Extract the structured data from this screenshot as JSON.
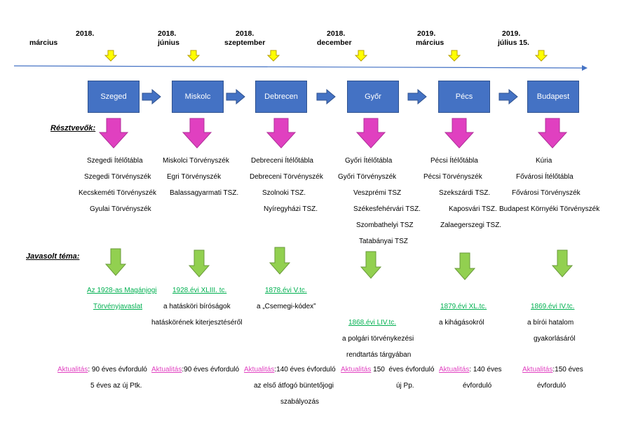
{
  "dates": [
    {
      "line1": "",
      "line2": "március"
    },
    {
      "line1": "2018.",
      "line2": ""
    },
    {
      "line1": "2018.",
      "line2": "június"
    },
    {
      "line1": "2018.",
      "line2": "szeptember"
    },
    {
      "line1": "2018.",
      "line2": "december"
    },
    {
      "line1": "2019.",
      "line2": "március"
    },
    {
      "line1": "2019.",
      "line2": "július 15."
    }
  ],
  "cities": [
    "Szeged",
    "Miskolc",
    "Debrecen",
    "Győr",
    "Pécs",
    "Budapest"
  ],
  "labels": {
    "participants": "Résztvevők:",
    "topic": "Javasolt téma:"
  },
  "participants": [
    [
      "Szegedi Ítélőtábla",
      "Szegedi Törvényszék",
      "Kecskeméti Törvényszék",
      "Gyulai Törvényszék"
    ],
    [
      "Miskolci Törvényszék",
      "Egri Törvényszék",
      "Balassagyarmati TSZ."
    ],
    [
      "Debreceni Ítélőtábla",
      "Debreceni Törvényszék",
      "Szolnoki TSZ.",
      "Nyíregyházi TSZ."
    ],
    [
      "Győri Ítélőtábla",
      "Győri Törvényszék",
      "Veszprémi TSZ",
      "Székesfehérvári TSZ.",
      "Szombathelyi TSZ",
      "Tatabányai TSZ"
    ],
    [
      "Pécsi Ítélőtábla",
      "Pécsi Törvényszék",
      "Szekszárdi TSZ.",
      "Kaposvári TSZ.",
      "Zalaegerszegi TSZ."
    ],
    [
      "Kúria",
      "Fővárosi Ítélőtábla",
      "Fővárosi Törvényszék",
      "Budapest Környéki Törvényszék"
    ]
  ],
  "topics": [
    {
      "link1": "Az 1928-as Magánjogi",
      "link2": "Törvényjavaslat",
      "desc": []
    },
    {
      "link1": "1928.évi XLIII. tc.",
      "link2": "",
      "desc": [
        "a hatásköri bíróságok",
        "hatáskörének kiterjesztéséről"
      ]
    },
    {
      "link1": "1878.évi V.tc.",
      "link2": "",
      "desc": [
        "a „Csemegi-kódex”"
      ]
    },
    {
      "link1": "1868.évi LIV.tc.",
      "link2": "",
      "desc": [
        "a polgári törvénykezési",
        "rendtartás tárgyában"
      ]
    },
    {
      "link1": "1879.évi XL.tc.",
      "link2": "",
      "desc": [
        "a kihágásokról"
      ]
    },
    {
      "link1": "1869.évi IV.tc.",
      "link2": "",
      "desc": [
        "a bírói hatalom",
        "gyakorlásáról"
      ]
    }
  ],
  "relevance": [
    {
      "label": "Aktualitás",
      "text": ": 90 éves évforduló",
      "extra": [
        "5 éves az új Ptk."
      ]
    },
    {
      "label": "Aktualitás",
      "text": ":90 éves évforduló",
      "extra": []
    },
    {
      "label": "Aktualitás",
      "text": ":140 éves évforduló",
      "extra": [
        "az első átfogó büntetőjogi",
        "szabályozás"
      ]
    },
    {
      "label": "Aktualitás",
      "text": " 150  éves évforduló",
      "extra": [
        "új Pp."
      ]
    },
    {
      "label": "Aktualitás",
      "text": ": 140 éves",
      "extra": [
        "évforduló"
      ]
    },
    {
      "label": "Aktualitás",
      "text": ":150 éves",
      "extra": [
        "évforduló"
      ]
    }
  ],
  "colors": {
    "box": "#4472c4",
    "timeline": "#4472c4",
    "yellow_arrow": "#ffff00",
    "pink_arrow": "#e040c0",
    "green_arrow": "#92d050",
    "link_green": "#00b050",
    "link_pink": "#e040c0"
  }
}
